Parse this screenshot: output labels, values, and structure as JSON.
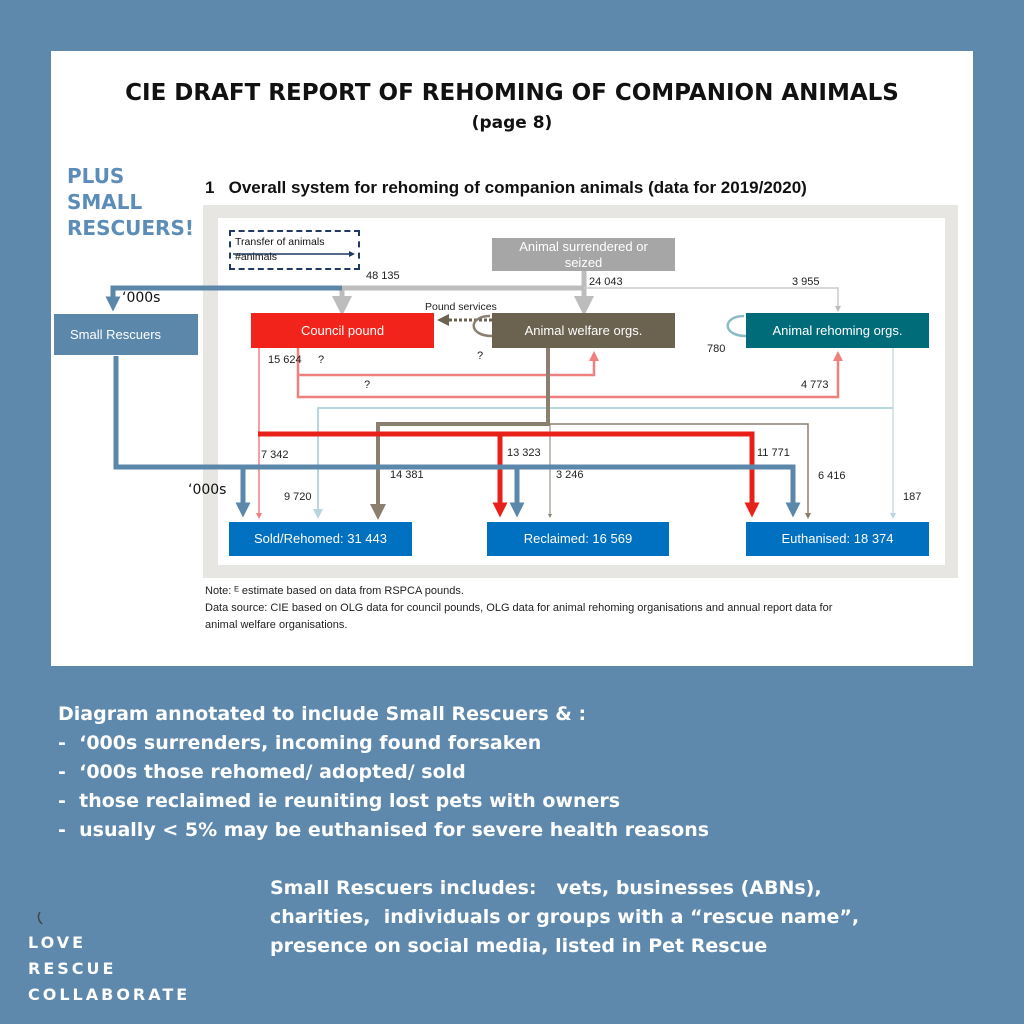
{
  "header": {
    "title": "CIE DRAFT REPORT OF REHOMING OF COMPANION ANIMALS",
    "subtitle": "(page 8)"
  },
  "callout": {
    "line1": "PLUS",
    "line2": "SMALL",
    "line3": "RESCUERS!"
  },
  "figure": {
    "title": "1   Overall system for rehoming of companion animals (data for 2019/2020)",
    "legend": {
      "line1": "Transfer of animals",
      "line2": "#animals"
    },
    "nodes": {
      "surrendered": "Animal surrendered or seized",
      "council": "Council pound",
      "welfare": "Animal welfare orgs.",
      "rehoming": "Animal rehoming orgs.",
      "sold": "Sold/Rehomed: 31 443",
      "reclaimed": "Reclaimed: 16 569",
      "euthanised": "Euthanised: 18 374",
      "small": "Small Rescuers"
    },
    "pound_services": "Pound services",
    "flows": {
      "to_council": "48 135",
      "to_welfare": "24 043",
      "to_rehoming": "3 955",
      "council_out": "15 624",
      "q1": "?",
      "q2": "?",
      "q3": "?",
      "rehoming_loop": "780",
      "council_to_rehoming": "4 773",
      "council_sold": "7 342",
      "council_reclaimed": "13 323",
      "council_euth": "11 771",
      "welfare_sold": "14 381",
      "welfare_reclaimed": "3 246",
      "welfare_euth": "6 416",
      "rehoming_sold": "9 720",
      "rehoming_euth": "187"
    },
    "thousands_1": "‘000s",
    "thousands_2": "‘000s",
    "note": "Note: ᴱ estimate based on data from RSPCA pounds.",
    "source1": "Data source: CIE based on OLG data for council pounds, OLG data for animal rehoming organisations and annual report data for",
    "source2": "animal welfare organisations."
  },
  "annotation": {
    "heading": "Diagram annotated to include Small Rescuers & :",
    "items": [
      "-  ‘000s surrenders, incoming found forsaken",
      "-  ‘000s those rehomed/ adopted/ sold",
      "-  those reclaimed ie reuniting lost pets with owners",
      "-  usually < 5% may be euthanised for severe health reasons"
    ]
  },
  "includes": {
    "line1": "Small Rescuers includes:   vets, businesses (ABNs),",
    "line2": "charities,  individuals or groups with a “rescue name”,",
    "line3": "presence on social media, listed in Pet Rescue"
  },
  "logo": {
    "line1": "LOVE",
    "line2": "RESCUE",
    "line3": "COLLABORATE"
  }
}
